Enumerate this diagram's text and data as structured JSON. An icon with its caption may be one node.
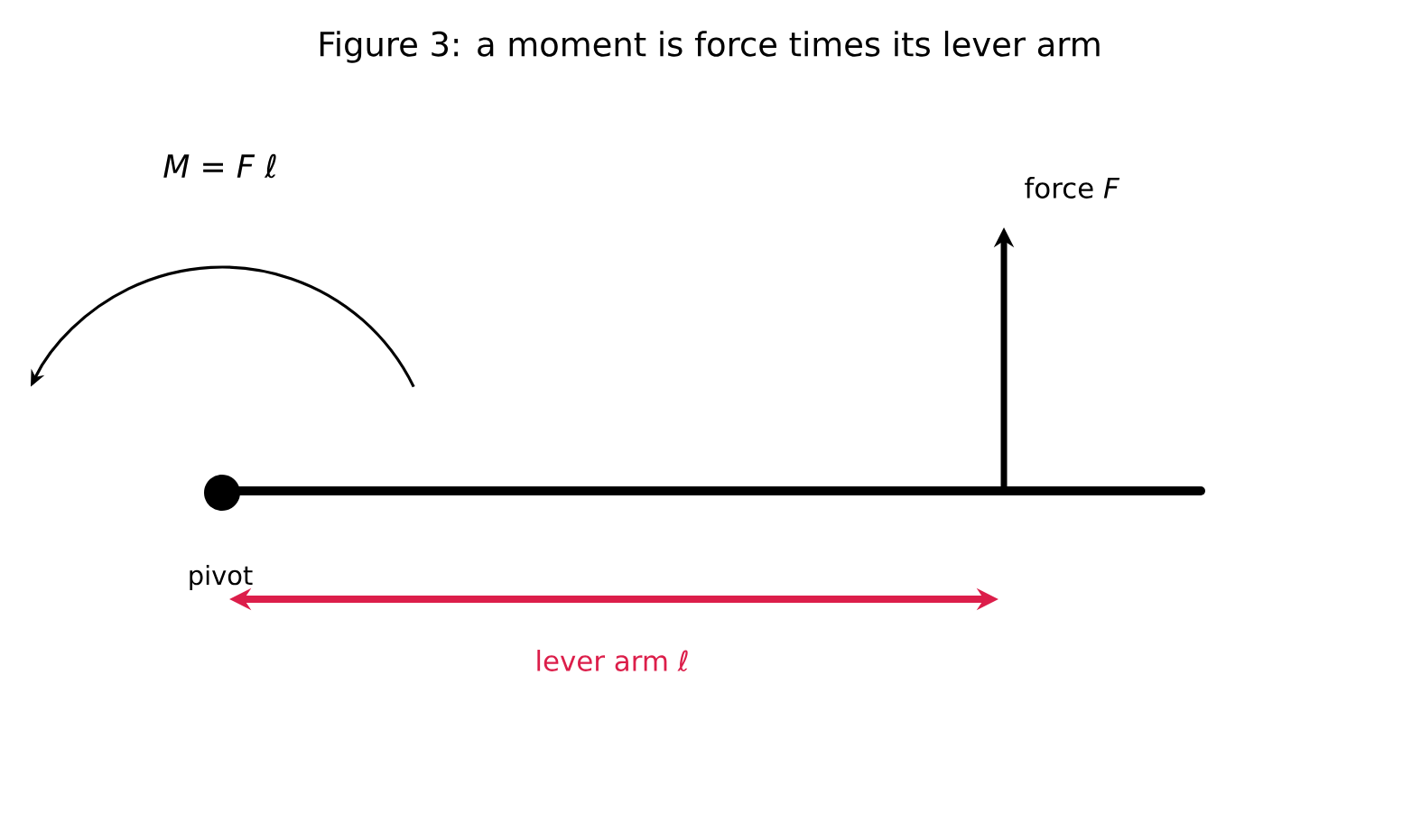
{
  "diagram": {
    "title": "Figure 3: a moment is force times its lever arm",
    "labels": [
      "*M* = *F* ℓ",
      "force *F*",
      "pivot",
      "lever arm ℓ"
    ]
  }
}
